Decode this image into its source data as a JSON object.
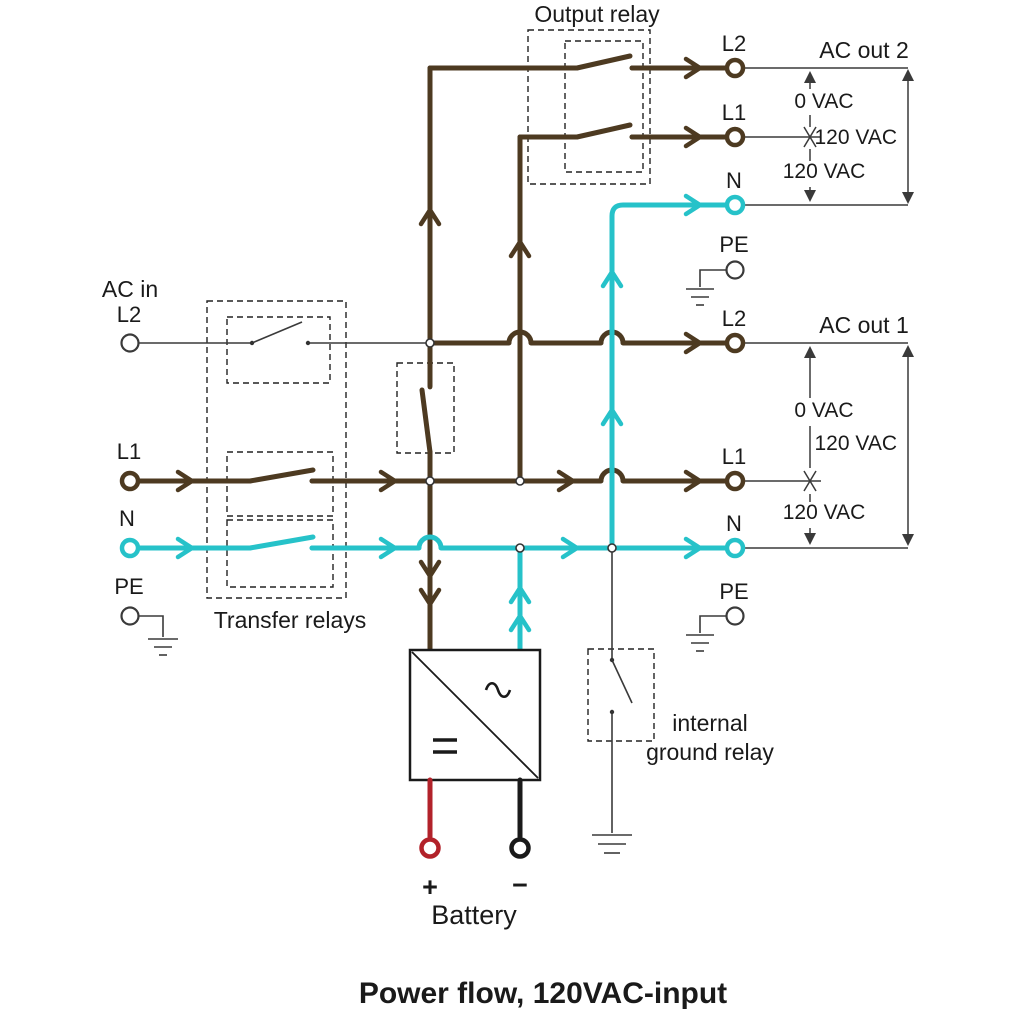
{
  "title": "Power flow, 120VAC-input",
  "left": {
    "group_label": "AC in",
    "l2": "L2",
    "l1": "L1",
    "n": "N",
    "pe": "PE"
  },
  "relays": {
    "transfer": "Transfer relays",
    "output": "Output relay",
    "ground_line1": "internal",
    "ground_line2": "ground relay"
  },
  "out2": {
    "group_label": "AC out 2",
    "l2": "L2",
    "l1": "L1",
    "n": "N",
    "pe": "PE",
    "v_l2_l1": "0 VAC",
    "v_l1_n": "120 VAC",
    "v_l2_n": "120 VAC"
  },
  "out1": {
    "group_label": "AC out 1",
    "l2": "L2",
    "l1": "L1",
    "n": "N",
    "pe": "PE",
    "v_l2_l1": "0 VAC",
    "v_l1_n": "120 VAC",
    "v_l2_n": "120 VAC"
  },
  "battery": {
    "label": "Battery",
    "plus": "+",
    "minus": "−"
  },
  "colors": {
    "live_wire": "#4d3a21",
    "neutral_wire": "#26c2c9",
    "battery_positive": "#b2222a",
    "battery_negative": "#1a1a1a"
  }
}
